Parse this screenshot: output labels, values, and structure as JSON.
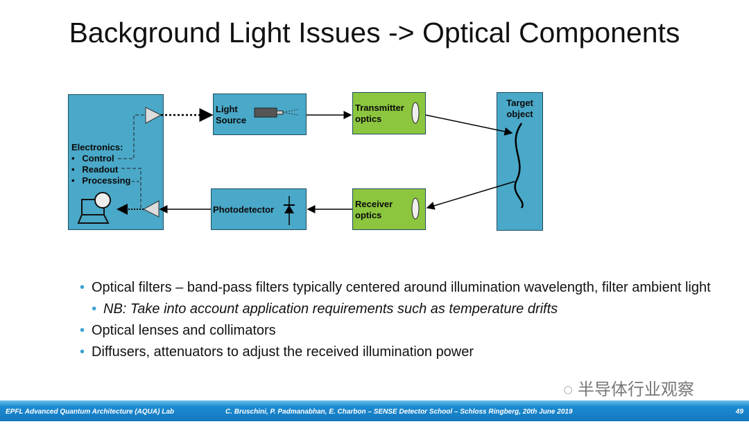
{
  "title": "Background Light Issues -> Optical Components",
  "diagram": {
    "electronics": {
      "heading": "Electronics:",
      "items": [
        "Control",
        "Readout",
        "Processing"
      ]
    },
    "light_source": "Light Source",
    "transmitter": "Transmitter optics",
    "target": "Target object",
    "photodetector": "Photodetector",
    "receiver": "Receiver optics"
  },
  "bullets": [
    {
      "text": "Optical filters – band-pass filters typically centered around illumination wavelength, filter ambient light"
    },
    {
      "text": "NB: Take into account application requirements such as temperature drifts",
      "sub": true
    },
    {
      "text": "Optical lenses and collimators"
    },
    {
      "text": "Diffusers, attenuators to adjust the received illumination power"
    }
  ],
  "watermark": "半导体行业观察",
  "footer": {
    "left": "EPFL Advanced Quantum Architecture (AQUA) Lab",
    "center": "C. Bruschini, P. Padmanabhan, E. Charbon – SENSE Detector School – Schloss Ringberg, 20th June 2019",
    "page": "49"
  }
}
